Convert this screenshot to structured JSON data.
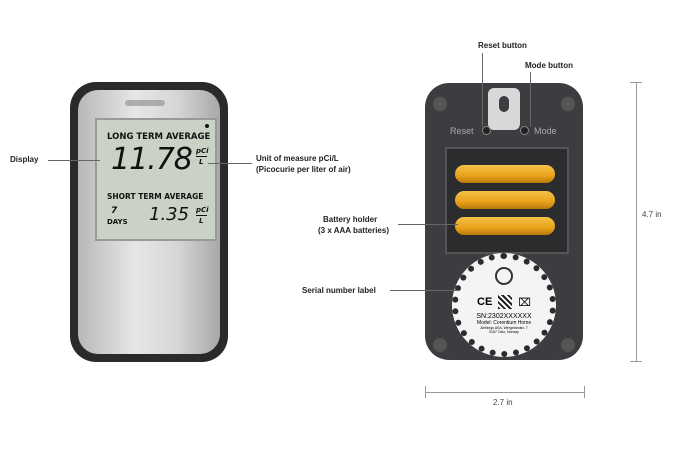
{
  "callouts": {
    "display": "Display",
    "unit_line1": "Unit of measure pCi/L",
    "unit_line2": "(Picocurie per liter of air)",
    "battery_line1": "Battery holder",
    "battery_line2": "(3 x AAA batteries)",
    "serial": "Serial number label",
    "reset": "Reset button",
    "mode": "Mode button"
  },
  "lcd": {
    "long_label": "LONG TERM AVERAGE",
    "long_value": "11.78",
    "unit_top": "pCi",
    "unit_bottom": "L",
    "short_label": "SHORT TERM AVERAGE",
    "days_value": "7",
    "days_label": "DAYS",
    "short_value": "1.35"
  },
  "back": {
    "reset_text": "Reset",
    "mode_text": "Mode",
    "ce_mark": "CE",
    "serial_number": "SN:2302XXXXXX",
    "model": "Model: Corentium Home",
    "address1": "Airthings ASA, Wergelandsv. 7",
    "address2": "0167 Oslo, Norway"
  },
  "dimensions": {
    "height": "4.7 in",
    "width": "2.7 in"
  }
}
